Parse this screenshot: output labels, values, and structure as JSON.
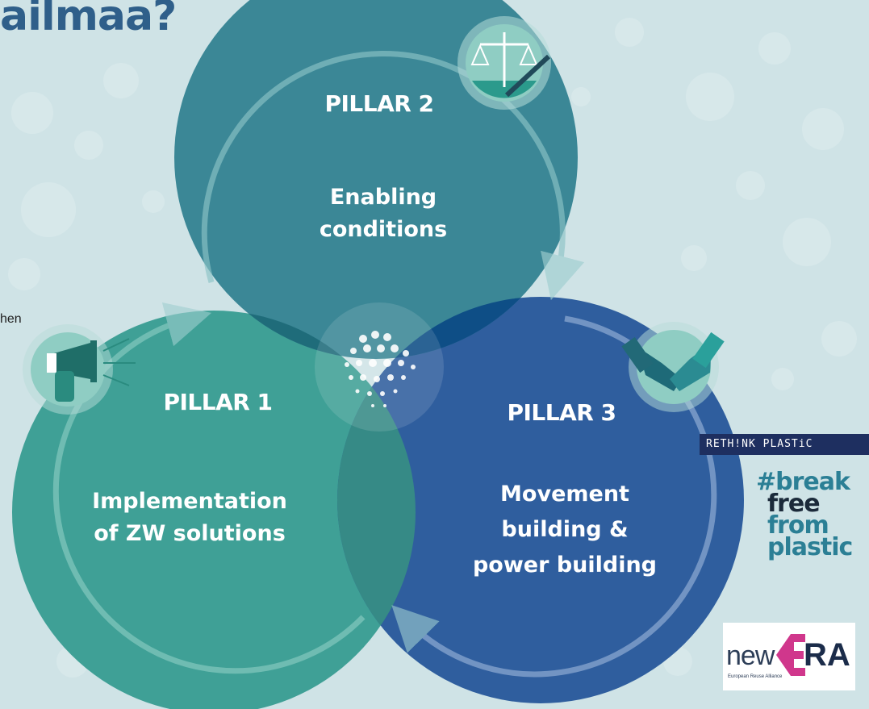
{
  "title": "ailmaa?",
  "side_text": "hen",
  "pillars": [
    {
      "label": "PILLAR 1",
      "text_line1": "Implementation",
      "text_line2": "of ZW solutions",
      "text_line3": ""
    },
    {
      "label": "PILLAR 2",
      "text_line1": "Enabling",
      "text_line2": "conditions",
      "text_line3": ""
    },
    {
      "label": "PILLAR 3",
      "text_line1": "Movement",
      "text_line2": "building &",
      "text_line3": "power building"
    }
  ],
  "icons": {
    "pillar1": "megaphone-icon",
    "pillar2": "scales-of-justice-icon",
    "pillar3": "handshake-icon",
    "center": "dotted-globe-icon"
  },
  "logos": {
    "rethink": "RETH!NK PLASTiC",
    "bffp_line1": "#break",
    "bffp_line2": "free",
    "bffp_line3": "from",
    "bffp_line4": "plastic",
    "newera_new": "new",
    "newera_ra": "RA",
    "newera_sub": "European Reuse Alliance"
  },
  "colors": {
    "background": "#cfe3e6",
    "pillar1": "#3fa096",
    "pillar2": "#3b8796",
    "pillar3": "#2f5e9e",
    "title": "#2f5f8a",
    "bffp_dark": "#2b7f95",
    "bffp_black": "#1b2a3a",
    "newera_pink": "#d0378c"
  }
}
